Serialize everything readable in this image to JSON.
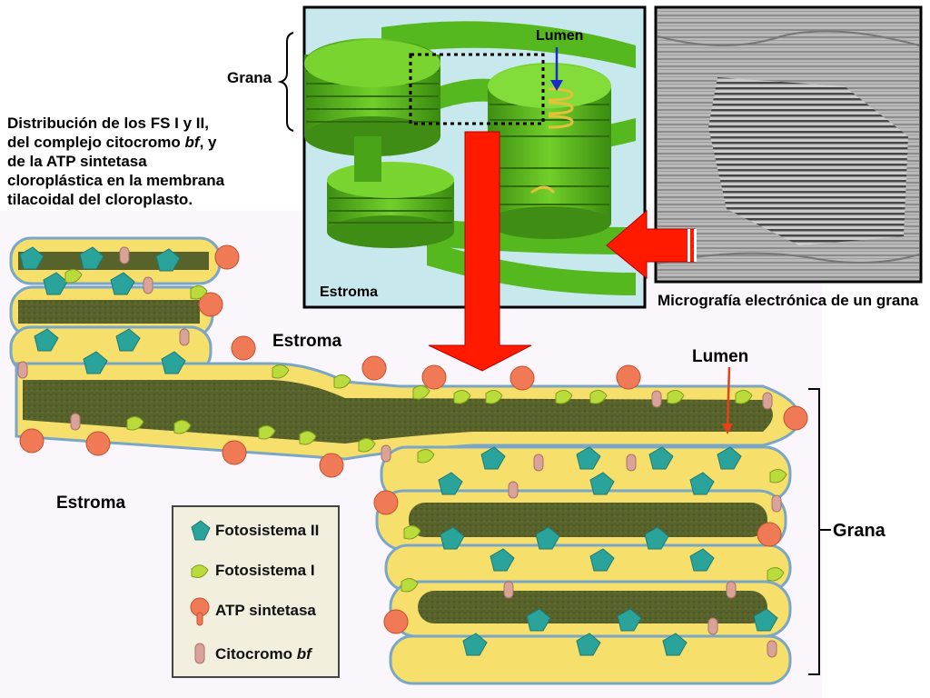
{
  "title": {
    "line1": "Distribución de los FS I y II,",
    "line2a": "del complejo citocromo ",
    "line2b": "bf",
    "line2c": ", y",
    "line3": "de la ATP sintetasa",
    "line4": "cloroplástica en la membrana",
    "line5": "tilacoidal del cloroplasto."
  },
  "labels": {
    "grana_top": "Grana",
    "grana_right": "Grana",
    "estroma_mid": "Estroma",
    "estroma_left": "Estroma",
    "estroma_inset": "Estroma",
    "lumen_top": "Lumen",
    "lumen_bottom": "Lumen",
    "micrograph_caption": "Micrografía electrónica de un grana"
  },
  "legend": {
    "items": [
      {
        "label": "Fotosistema II",
        "color": "#2aa39b"
      },
      {
        "label": "Fotosistema I",
        "color": "#b9dc3c"
      },
      {
        "label": "ATP sintetasa",
        "color": "#f07a55"
      },
      {
        "label": "Citocromo ",
        "label_italic": "bf",
        "color": "#d9a39a"
      }
    ]
  },
  "colors": {
    "arrow_red": "#ff1a00",
    "lumen_olive": "#57622b",
    "membrane_yellow": "#f6e16a",
    "stroma_bg": "#fbf7fc",
    "inset_bg": "#c7e9ee",
    "grana_green": "#53b51c"
  }
}
